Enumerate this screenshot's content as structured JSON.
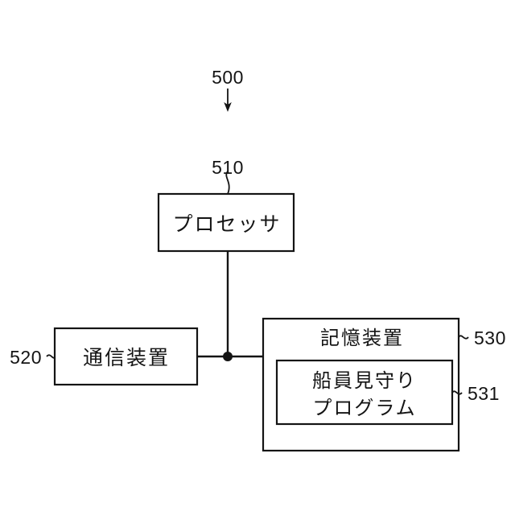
{
  "figure": {
    "system_ref": "500",
    "blocks": [
      {
        "id": "processor",
        "label": "プロセッサ",
        "ref": "510"
      },
      {
        "id": "communication-device",
        "label": "通信装置",
        "ref": "520"
      },
      {
        "id": "storage-device",
        "label": "記憶装置",
        "ref": "530"
      },
      {
        "id": "crew-monitoring-program",
        "label_line1": "船員見守り",
        "label_line2": "プログラム",
        "ref": "531"
      }
    ]
  },
  "colors": {
    "ink": "#141414",
    "paper": "#ffffff"
  }
}
